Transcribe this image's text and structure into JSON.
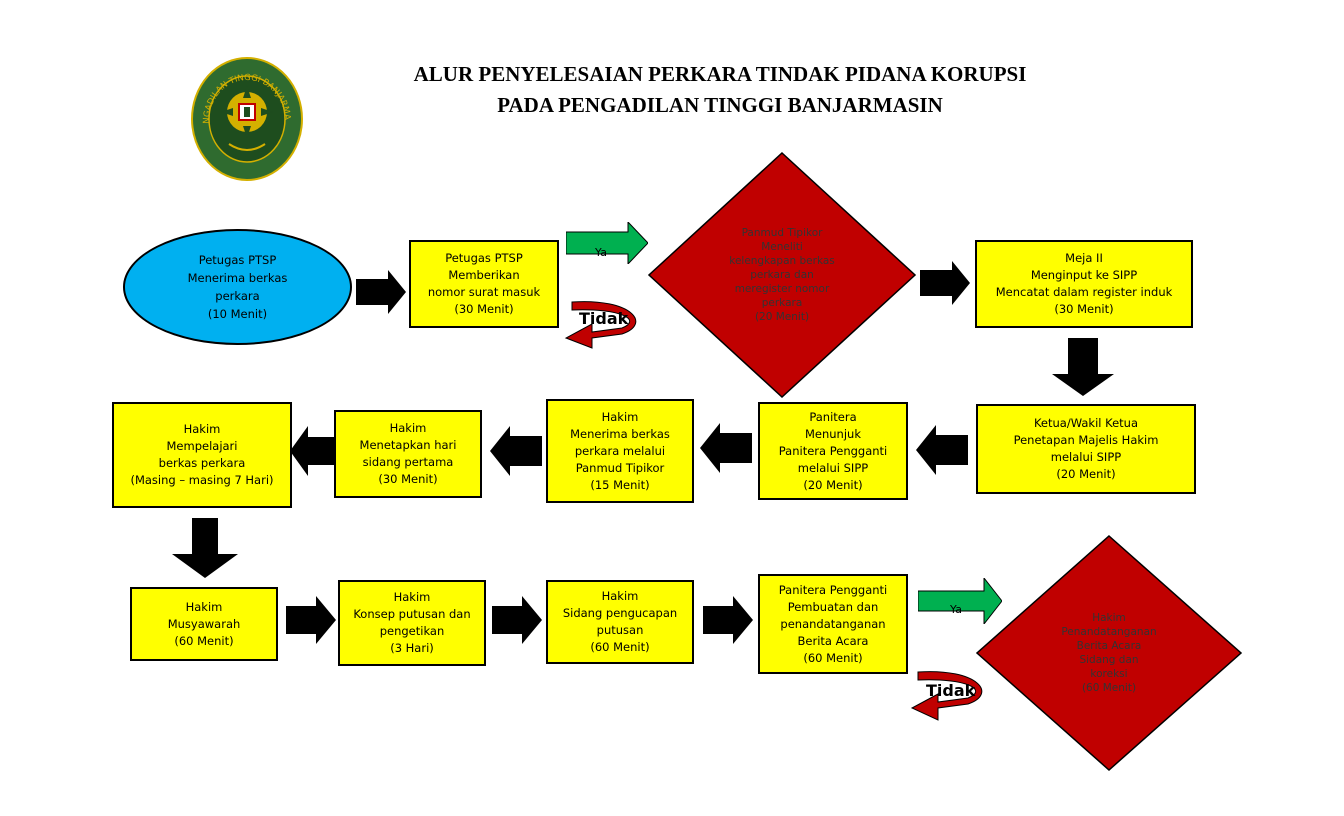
{
  "title": {
    "line1": "ALUR PENYELESAIAN PERKARA TINDAK PIDANA KORUPSI",
    "line2": "PADA PENGADILAN TINGGI BANJARMASIN"
  },
  "logo": {
    "text": "PENGADILAN TINGGI BANJARMASIN",
    "colors": {
      "ring": "#2f6b2f",
      "inner": "#1e4d1e",
      "gold": "#d4b000"
    }
  },
  "colors": {
    "box": "#ffff00",
    "oval": "#00b0f0",
    "diamond": "#c00000",
    "yes": "#00b050",
    "no": "#c00000",
    "arrow": "#000000"
  },
  "steps": {
    "s1": "Petugas PTSP\nMenerima berkas\nperkara\n(10 Menit)",
    "s2": "Petugas PTSP\nMemberikan\nnomor surat masuk\n(30 Menit)",
    "s3": "Panmud Tipikor\nMeneliti\nkelengkapan berkas\nperkara dan\nmeregister nomor\nperkara\n(20 Menit)",
    "s4": "Meja II\nMenginput ke SIPP\nMencatat dalam register induk\n(30 Menit)",
    "s5": "Ketua/Wakil Ketua\nPenetapan Majelis Hakim\nmelalui SIPP\n(20 Menit)",
    "s6": "Panitera\nMenunjuk\nPanitera Pengganti\nmelalui SIPP\n(20 Menit)",
    "s7": "Hakim\nMenerima berkas\nperkara melalui\nPanmud Tipikor\n(15 Menit)",
    "s8": "Hakim\nMenetapkan hari\nsidang pertama\n(30 Menit)",
    "s9": "Hakim\nMempelajari\nberkas perkara\n(Masing – masing 7 Hari)",
    "s10": "Hakim\nMusyawarah\n(60 Menit)",
    "s11": "Hakim\nKonsep putusan dan\npengetikan\n(3 Hari)",
    "s12": "Hakim\nSidang pengucapan\nputusan\n(60 Menit)",
    "s13": "Panitera Pengganti\nPembuatan dan\npenandatanganan\nBerita Acara\n(60 Menit)",
    "s14": "Hakim\nPenandatanganan\nBerita Acara\nSidang dan\nkoreksi\n(60 Menit)"
  },
  "decisions": {
    "yes_label": "Ya",
    "no_label": "Tidak"
  }
}
